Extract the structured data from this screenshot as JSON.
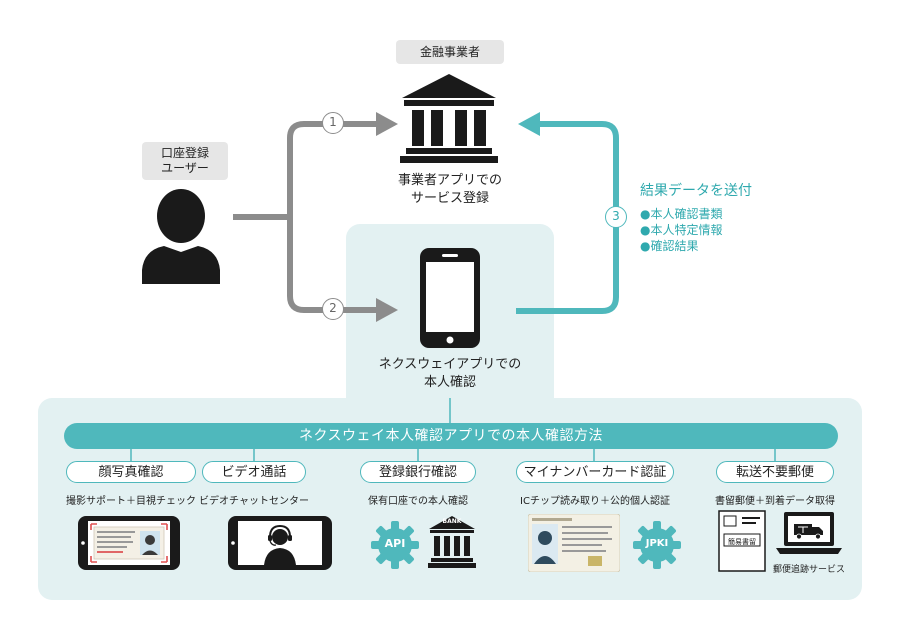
{
  "financial": {
    "tag": "金融事業者",
    "line1": "事業者アプリでの",
    "line2": "サービス登録"
  },
  "user": {
    "tag_line1": "口座登録",
    "tag_line2": "ユーザー"
  },
  "phone_app": {
    "line1": "ネクスウェイアプリでの",
    "line2": "本人確認"
  },
  "steps": {
    "step1": "1",
    "step2": "2",
    "step3": "3"
  },
  "results": {
    "title": "結果データを送付",
    "items": [
      "●本人確認書類",
      "●本人特定情報",
      "●確認結果"
    ]
  },
  "methods": {
    "banner": "ネクスウェイ本人確認アプリでの本人確認方法",
    "items": [
      {
        "title": "顔写真確認",
        "sub": "撮影サポート＋目視チェック"
      },
      {
        "title": "ビデオ通話",
        "sub": "ビデオチャットセンター"
      },
      {
        "title": "登録銀行確認",
        "sub": "保有口座での本人確認"
      },
      {
        "title": "マイナンバーカード認証",
        "sub": "ICチップ読み取り＋公的個人認証"
      },
      {
        "title": "転送不要郵便",
        "sub": "書留郵便＋到着データ取得"
      }
    ],
    "api_label": "API",
    "bank_label": "BANK",
    "jpki_label": "JPKI",
    "mail_doc_label": "簡易書留",
    "mail_tracking": "郵便追跡サービス"
  },
  "colors": {
    "teal": "#4fb8bc",
    "grey": "#8c8c8c",
    "light_teal": "#e3f1f2",
    "dark": "#1a1a1a"
  }
}
